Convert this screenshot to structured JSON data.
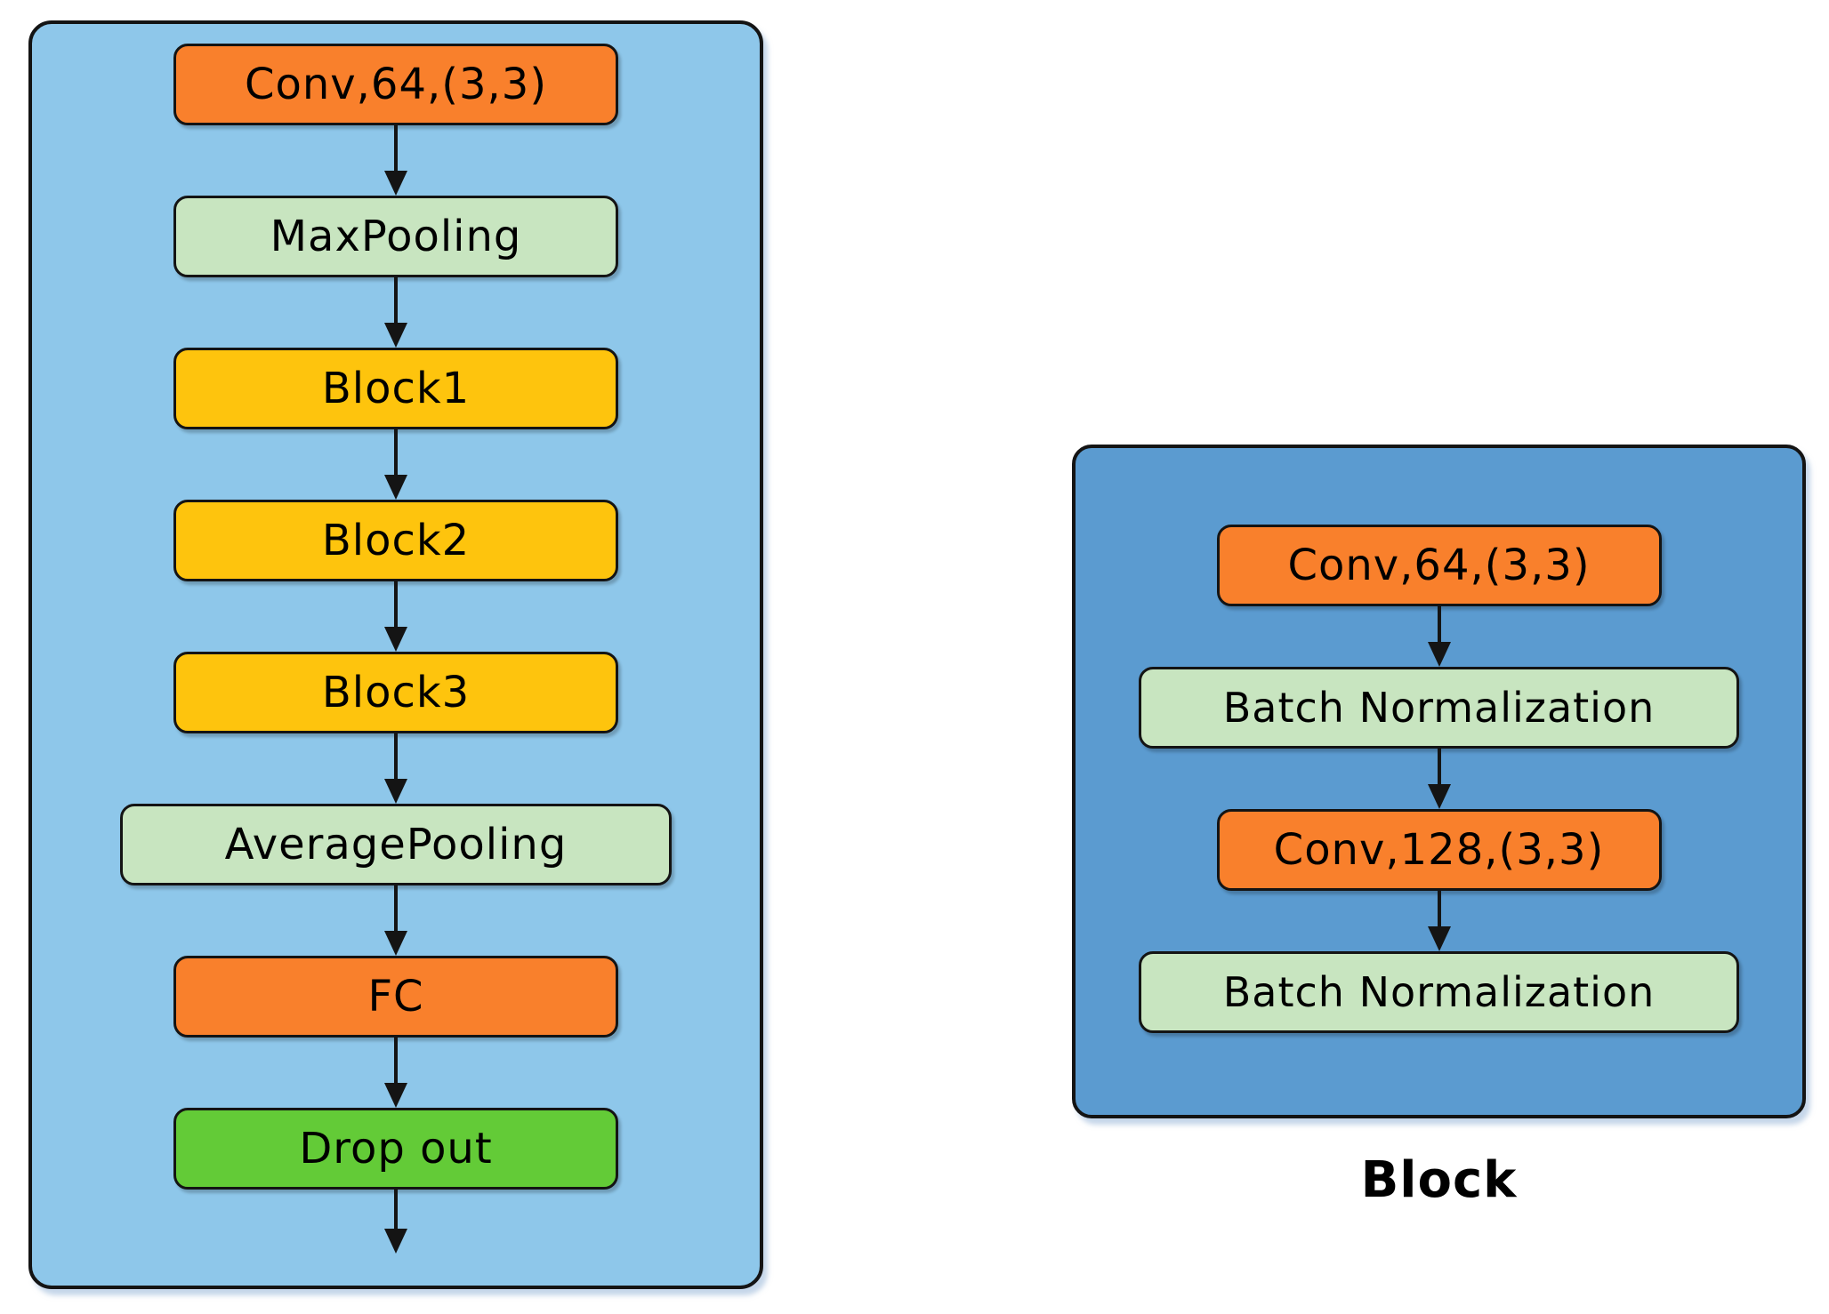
{
  "diagram": {
    "left_panel": {
      "nodes": [
        {
          "label": "Conv,64,(3,3)",
          "type": "conv",
          "wide": false
        },
        {
          "label": "MaxPooling",
          "type": "pool",
          "wide": false
        },
        {
          "label": "Block1",
          "type": "block",
          "wide": false
        },
        {
          "label": "Block2",
          "type": "block",
          "wide": false
        },
        {
          "label": "Block3",
          "type": "block",
          "wide": false
        },
        {
          "label": "AveragePooling",
          "type": "pool",
          "wide": true
        },
        {
          "label": "FC",
          "type": "conv",
          "wide": false
        },
        {
          "label": "Drop out",
          "type": "dropout",
          "wide": false
        }
      ],
      "trailing_arrow": true
    },
    "right_panel": {
      "nodes": [
        {
          "label": "Conv,64,(3,3)",
          "type": "conv",
          "wide": false
        },
        {
          "label": "Batch Normalization",
          "type": "pool",
          "wide": true
        },
        {
          "label": "Conv,128,(3,3)",
          "type": "conv",
          "wide": false
        },
        {
          "label": "Batch Normalization",
          "type": "pool",
          "wide": true
        }
      ],
      "trailing_arrow": false,
      "caption": "Block"
    },
    "colors": {
      "left_panel_bg": "#8EC7EA",
      "right_panel_bg": "#5B9BD0",
      "conv_fill": "#F9802C",
      "pool_fill": "#C8E5C0",
      "block_fill": "#FEC40D",
      "dropout_fill": "#63CB37",
      "border": "#141414"
    }
  }
}
